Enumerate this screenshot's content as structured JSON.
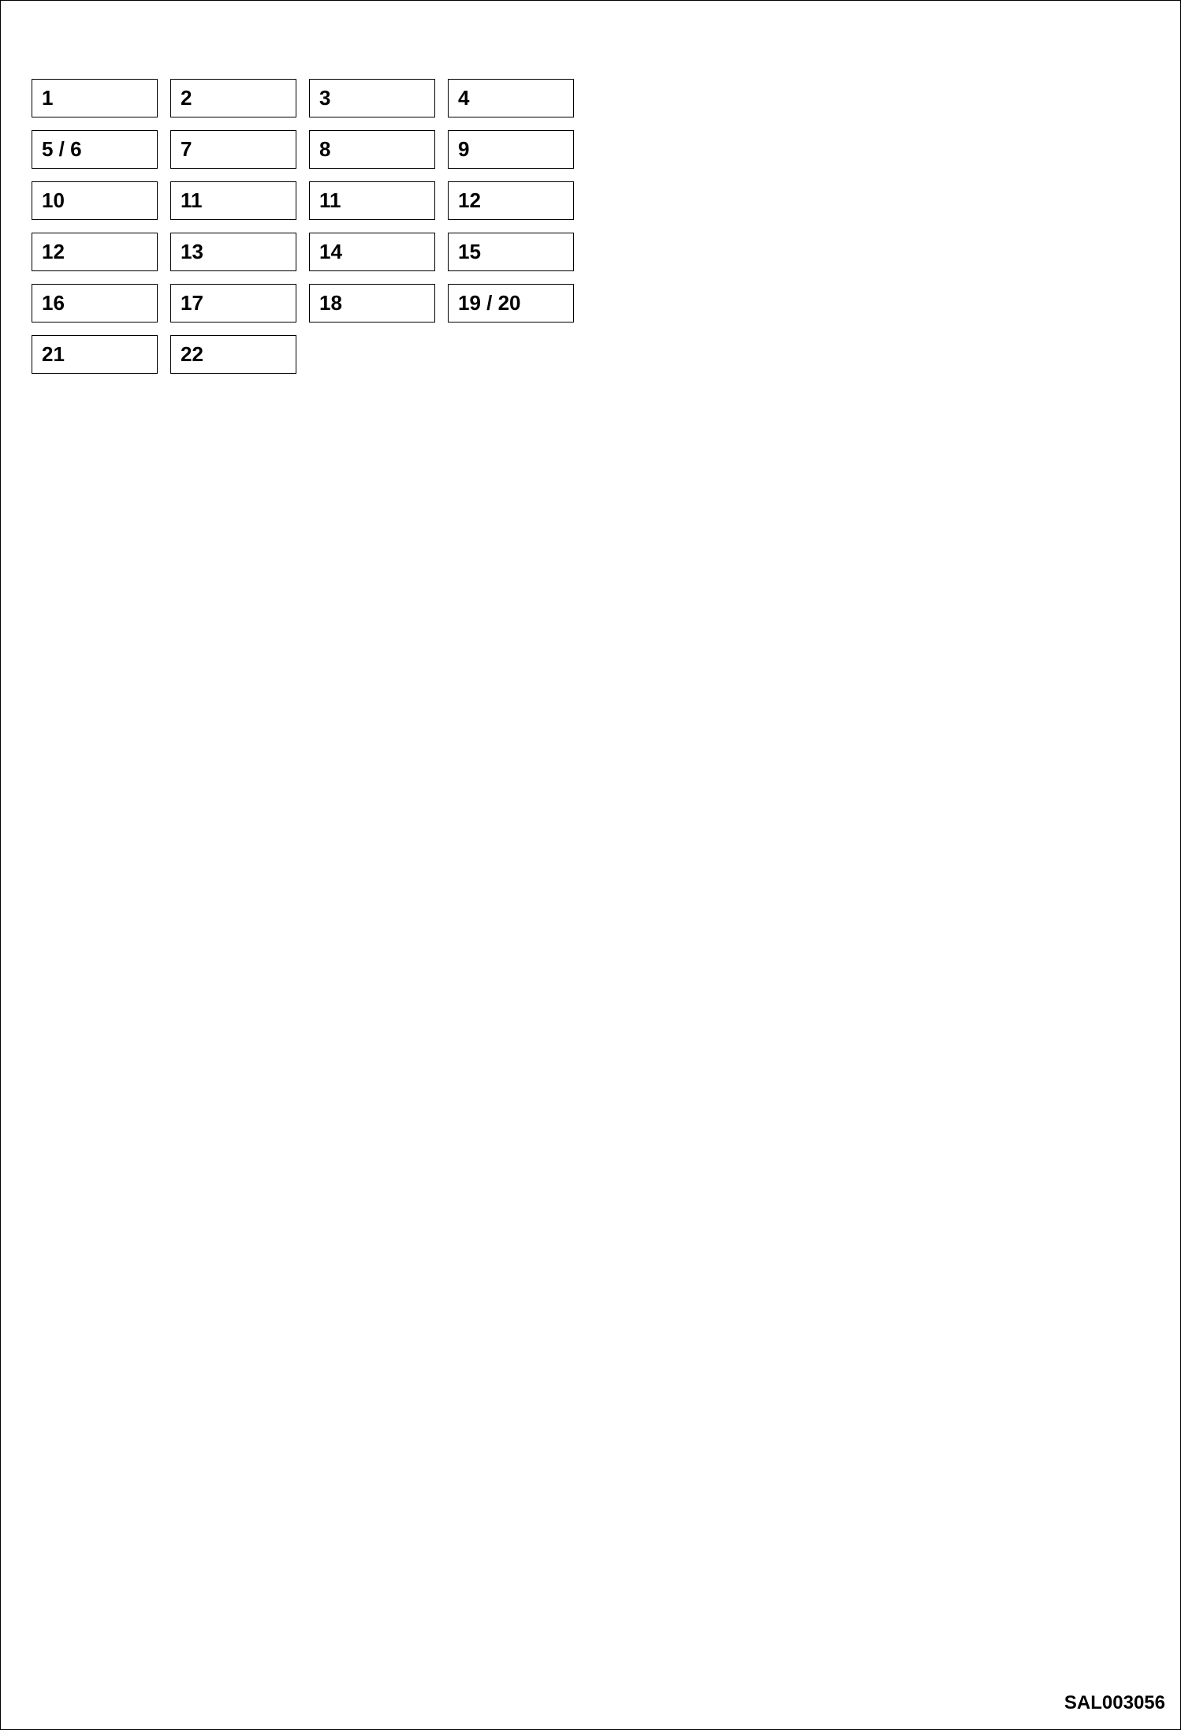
{
  "image_code": "SAL003056",
  "callouts": [
    "1",
    "2",
    "3",
    "4",
    "5 / 6",
    "7",
    "8",
    "9",
    "10",
    "11",
    "11",
    "12",
    "12",
    "13",
    "14",
    "15",
    "16",
    "17",
    "18",
    "19 / 20",
    "21",
    "22"
  ]
}
